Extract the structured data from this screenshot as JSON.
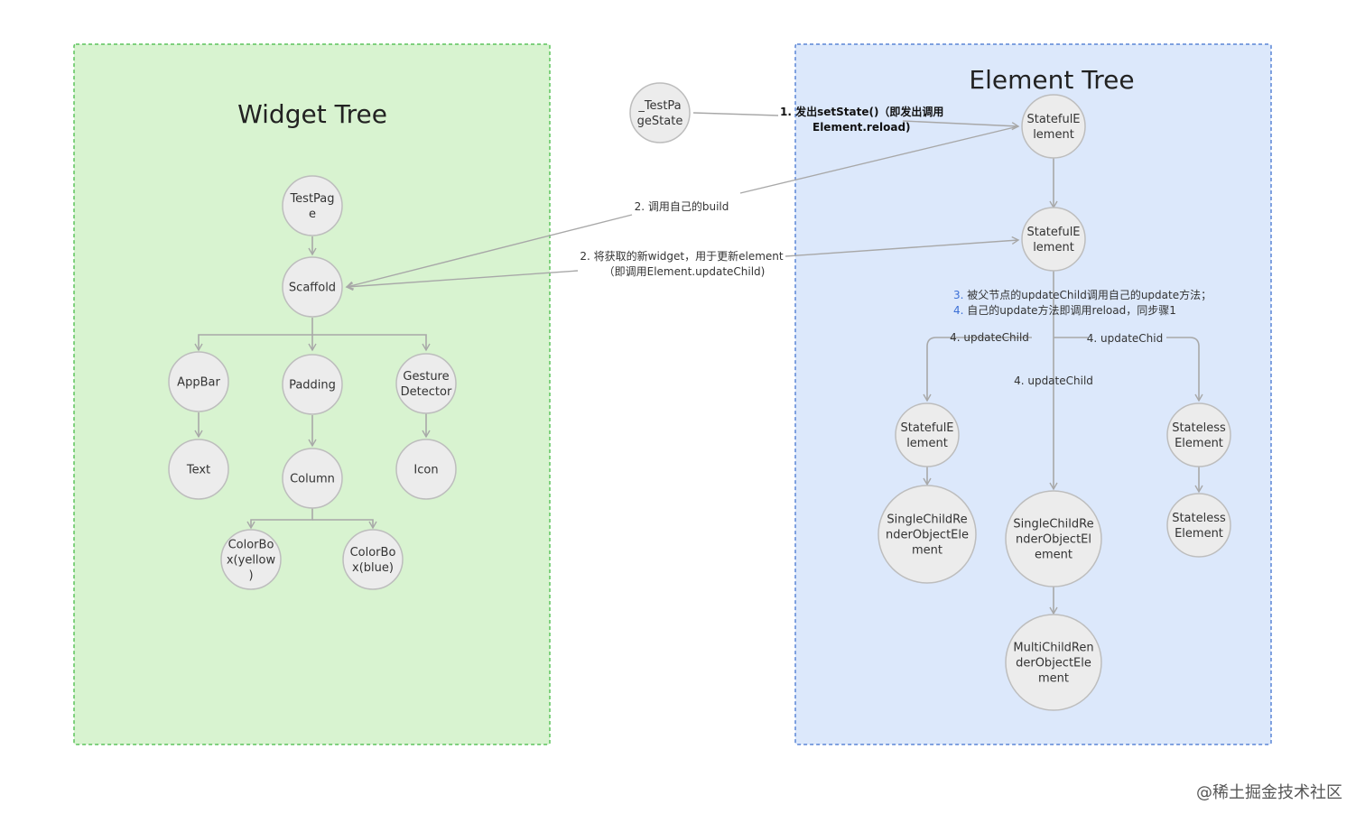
{
  "widget_tree": {
    "title": "Widget Tree",
    "fill": "#d8f3d0",
    "border": "#5cc35c",
    "nodes": {
      "testpage": [
        "TestPag",
        "e"
      ],
      "scaffold": [
        "Scaffold"
      ],
      "appbar": [
        "AppBar"
      ],
      "padding": [
        "Padding"
      ],
      "gesture": [
        "Gesture",
        "Detector"
      ],
      "text": [
        "Text"
      ],
      "column": [
        "Column"
      ],
      "icon": [
        "Icon"
      ],
      "colorbox_yellow": [
        "ColorBo",
        "x(yellow",
        ")"
      ],
      "colorbox_blue": [
        "ColorBo",
        "x(blue)"
      ]
    }
  },
  "element_tree": {
    "title": "Element Tree",
    "fill": "#dce8fb",
    "border": "#5b86d6",
    "nodes": {
      "stateful_top": [
        "StatefulE",
        "lement"
      ],
      "stateful_mid": [
        "StatefulE",
        "lement"
      ],
      "stateful_left": [
        "StatefulE",
        "lement"
      ],
      "stateless_right": [
        "Stateless",
        "Element"
      ],
      "single_left": [
        "SingleChildRe",
        "nderObjectEle",
        "ment"
      ],
      "single_center": [
        "SingleChildRe",
        "nderObjectEl",
        "ement"
      ],
      "stateless_bottom": [
        "Stateless",
        "Element"
      ],
      "multi": [
        "MultiChildRen",
        "derObjectEle",
        "ment"
      ]
    }
  },
  "state_node": [
    "_TestPa",
    "geState"
  ],
  "edge_labels": {
    "set_state_1": "1. 发出setState()（即发出调用",
    "set_state_2": "Element.reload)",
    "build": "2. 调用自己的build",
    "new_widget_1": "2. 将获取的新widget，用于更新element",
    "new_widget_2": "（即调用Element.updateChild)",
    "step3_num": "3.",
    "step3_text": " 被父节点的updateChild调用自己的update方法；",
    "step4_num": "4.",
    "step4_text": " 自己的update方法即调用reload，同步骤1",
    "update_left": "4. updateChild",
    "update_right": "4. updateChid",
    "update_center": "4. updateChild"
  },
  "watermark": "@稀土掘金技术社区",
  "colors": {
    "node_fill": "#ececec",
    "node_stroke": "#bdbdbd",
    "edge": "#a8a8a8",
    "accent": "#3b6fd6"
  }
}
